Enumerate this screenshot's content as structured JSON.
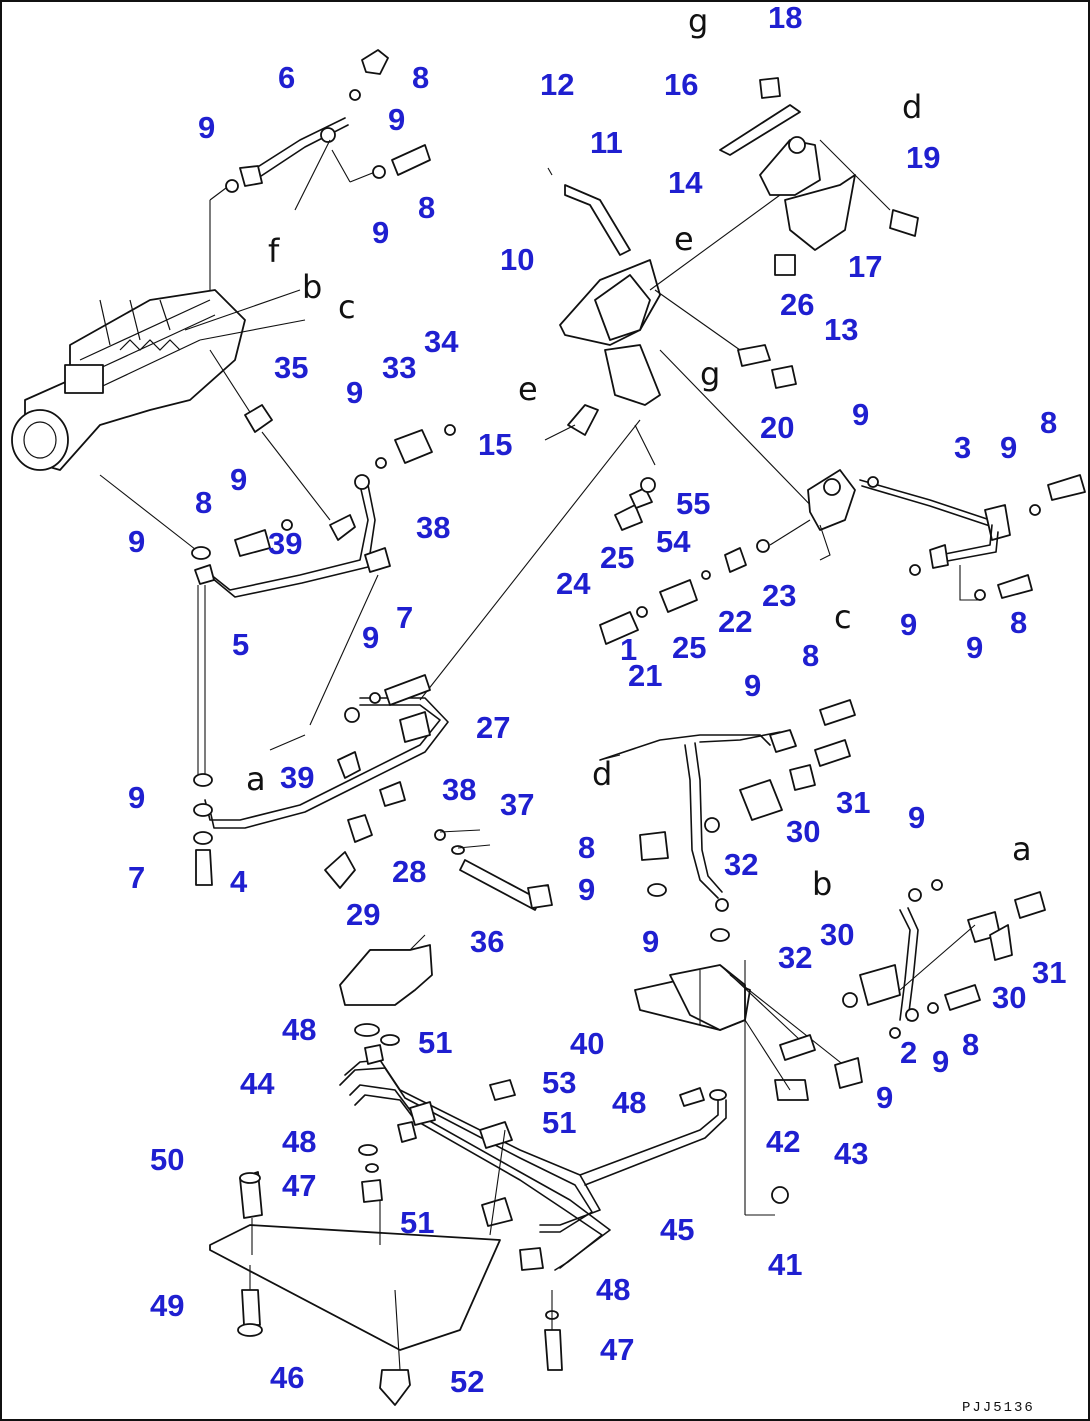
{
  "parts": [
    "1",
    "2",
    "3",
    "4",
    "5",
    "6",
    "7",
    "8",
    "9",
    "10",
    "11",
    "12",
    "13",
    "14",
    "15",
    "16",
    "17",
    "18",
    "19",
    "20",
    "21",
    "22",
    "23",
    "24",
    "25",
    "26",
    "27",
    "28",
    "29",
    "30",
    "31",
    "32",
    "33",
    "34",
    "35",
    "36",
    "37",
    "38",
    "39",
    "40",
    "41",
    "42",
    "43",
    "44",
    "45",
    "46",
    "47",
    "48",
    "49",
    "50",
    "51",
    "52",
    "53",
    "54",
    "55"
  ],
  "refs": [
    "a",
    "b",
    "c",
    "d",
    "e",
    "f",
    "g"
  ],
  "drawing_code": "PJJ5136"
}
